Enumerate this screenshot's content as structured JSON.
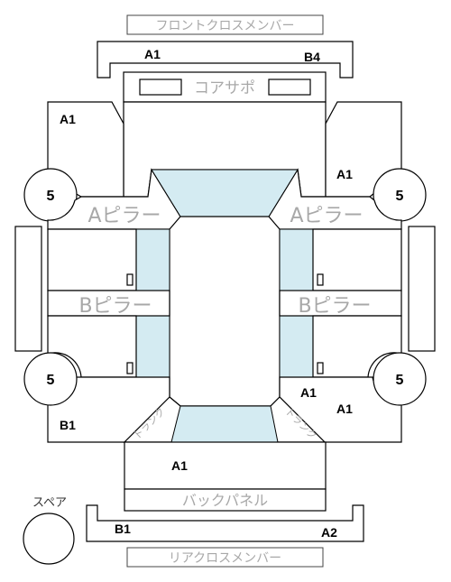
{
  "labels": {
    "front_cross_member": "フロントクロスメンバー",
    "core_support": "コアサポ",
    "a_pillar_left": "Aピラー",
    "a_pillar_right": "Aピラー",
    "b_pillar_left": "Bピラー",
    "b_pillar_right": "Bピラー",
    "back_panel": "バックパネル",
    "rear_cross_member": "リアクロスメンバー",
    "spare": "スペア",
    "trunk_left": "トランク",
    "trunk_right": "トランク"
  },
  "grades": {
    "front_cross_left": "A1",
    "front_cross_right": "B4",
    "front_left_fender": "A1",
    "front_right_fender": "A1",
    "rear_left_quarter": "B1",
    "rear_right_quarter_inner": "A1",
    "rear_right_quarter": "A1",
    "trunk_floor": "A1",
    "rear_cross_left": "B1",
    "rear_cross_right": "A2"
  },
  "wheels": {
    "front_left": "5",
    "front_right": "5",
    "rear_left": "5",
    "rear_right": "5"
  },
  "colors": {
    "glass": "#d4ebf2",
    "label_gray": "#a8a8a8",
    "line": "#000000"
  }
}
